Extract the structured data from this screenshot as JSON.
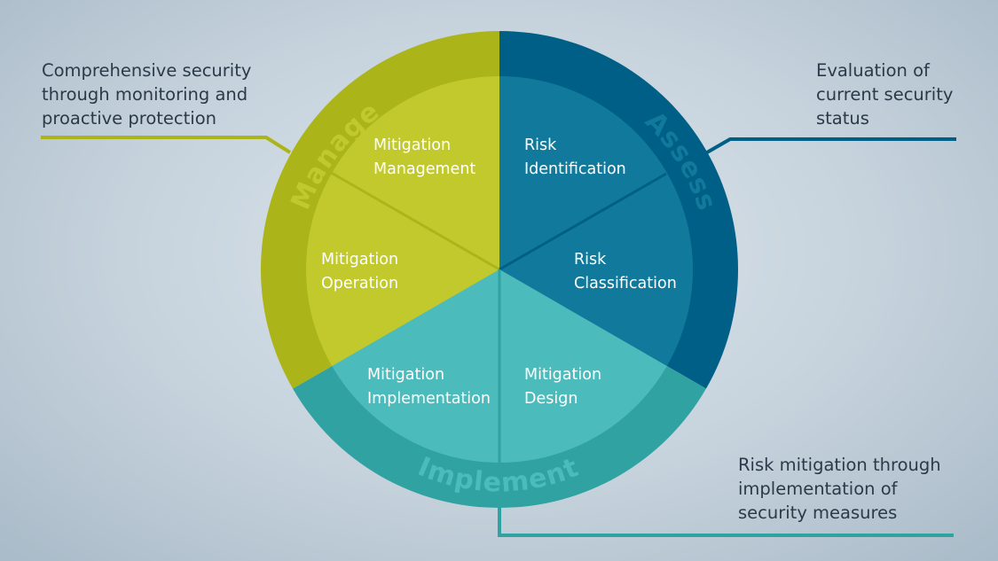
{
  "colors": {
    "manage_outer": "#abb519",
    "manage_inner": "#c1c92d",
    "assess_outer": "#005f86",
    "assess_inner": "#117a9c",
    "implement_outer": "#31a2a2",
    "implement_inner": "#4bbbbb",
    "manage_line": "#abb519",
    "assess_line": "#005f86",
    "implement_line": "#31a2a2",
    "text_dark": "#2a3a48"
  },
  "phases": {
    "manage": "Manage",
    "assess": "Assess",
    "implement": "Implement"
  },
  "segments": {
    "mitigation_management": [
      "Mitigation",
      "Management"
    ],
    "mitigation_operation": [
      "Mitigation",
      "Operation"
    ],
    "mitigation_implementation": [
      "Mitigation",
      "Implementation"
    ],
    "mitigation_design": [
      "Mitigation",
      "Design"
    ],
    "risk_identification": [
      "Risk",
      "Identification"
    ],
    "risk_classification": [
      "Risk",
      "Classification"
    ]
  },
  "callouts": {
    "manage": "Comprehensive security\nthrough monitoring and\nproactive protection",
    "assess": "Evaluation of\ncurrent security\nstatus",
    "implement": "Risk mitigation through\nimplementation of\nsecurity measures"
  }
}
